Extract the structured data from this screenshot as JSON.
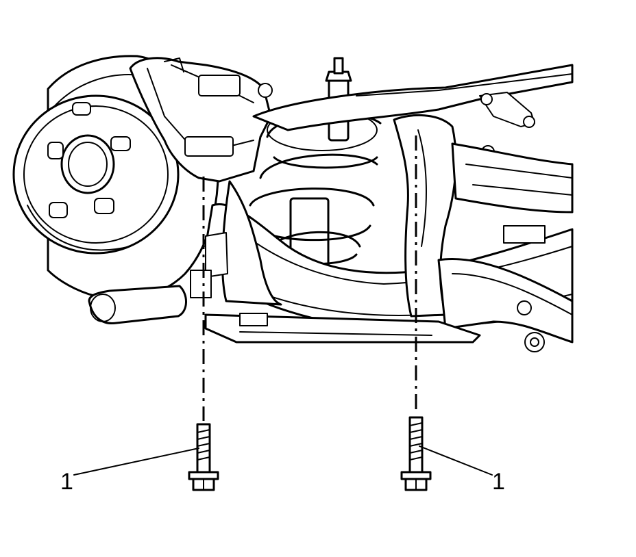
{
  "figure": {
    "callouts": [
      {
        "id": "left-bolt-callout",
        "label": "1"
      },
      {
        "id": "right-bolt-callout",
        "label": "1"
      }
    ]
  }
}
